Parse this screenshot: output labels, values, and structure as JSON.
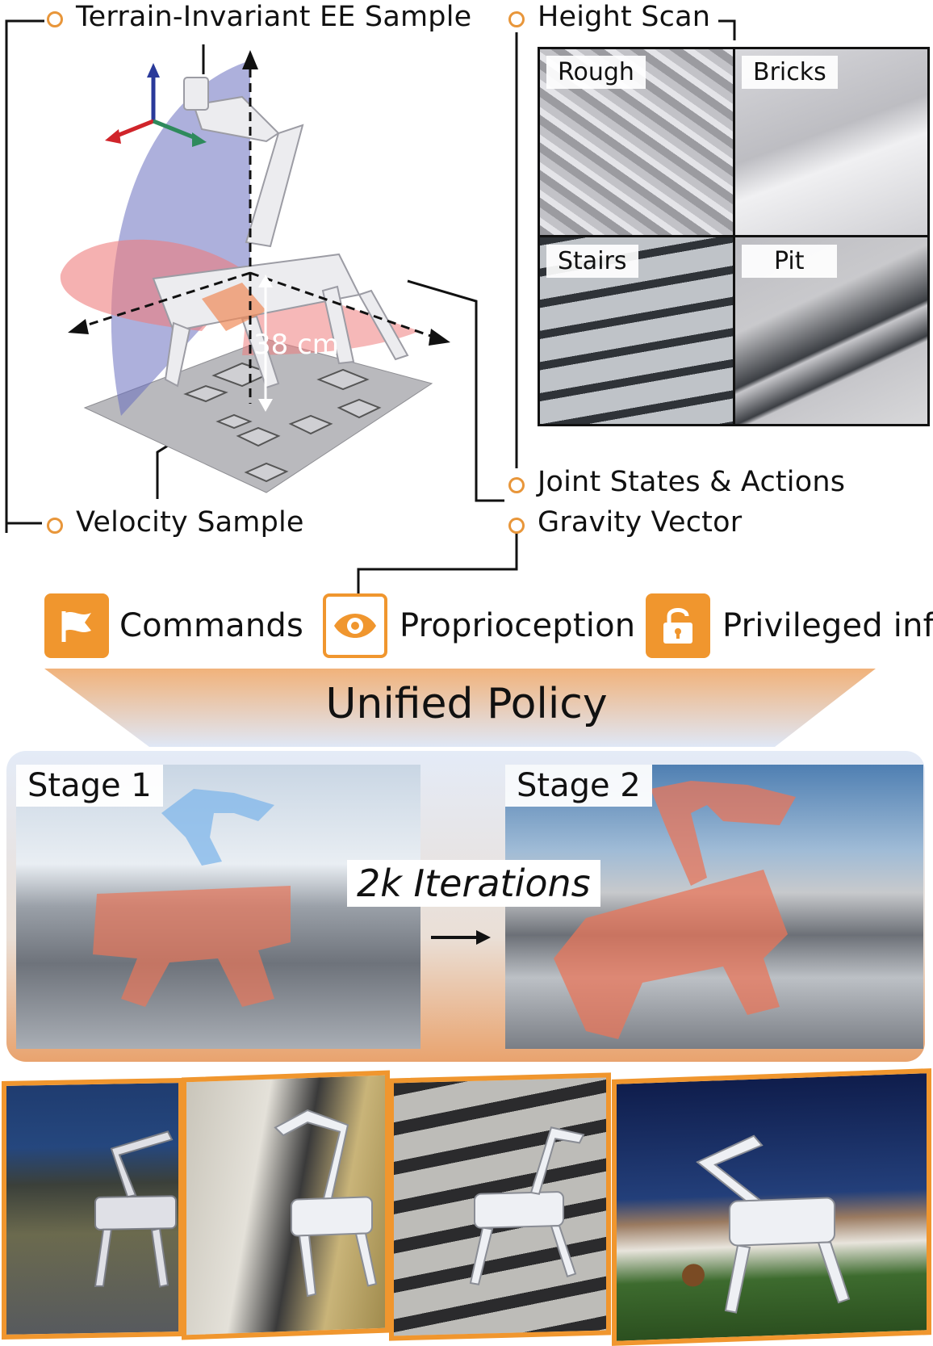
{
  "top_labels": {
    "ee_sample": "Terrain-Invariant EE Sample",
    "height_scan": "Height Scan",
    "joint_states": "Joint States & Actions",
    "gravity": "Gravity Vector",
    "velocity": "Velocity Sample",
    "height_measure": "38 cm"
  },
  "terrain_panels": [
    "Rough",
    "Bricks",
    "Stairs",
    "Pit"
  ],
  "inputs": {
    "commands": "Commands",
    "proprioception": "Proprioception",
    "privileged": "Privileged info"
  },
  "policy_title": "Unified Policy",
  "stages": {
    "stage1": "Stage 1",
    "stage2": "Stage 2",
    "transition": "2k Iterations"
  },
  "icons": [
    "flag-icon",
    "eye-icon",
    "lock-icon"
  ],
  "colors": {
    "accent_orange": "#f0962e",
    "frame_orange": "#e8963a",
    "arm_highlight_blue": "#7fb6ea",
    "leg_highlight_orange": "#e8765a",
    "sagittal_plane": "#6a6fc0",
    "horizontal_plane": "#ef7d7d"
  }
}
